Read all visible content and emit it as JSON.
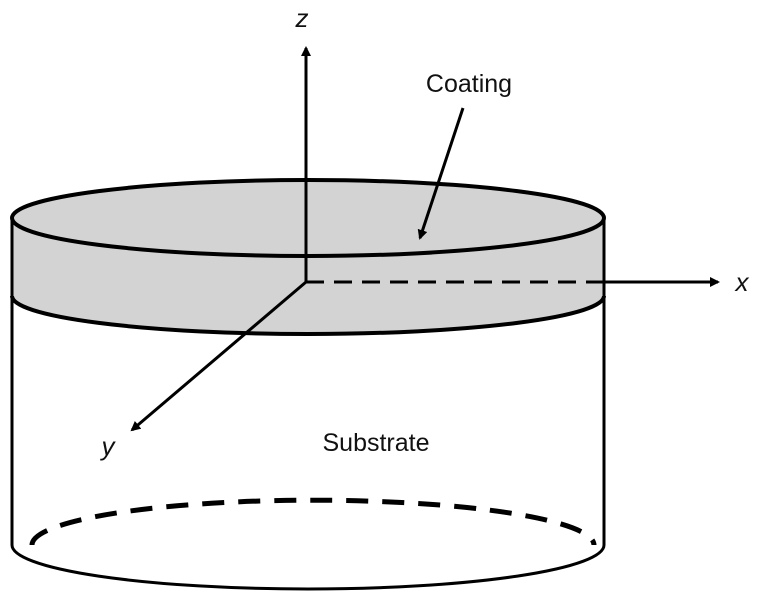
{
  "labels": {
    "coating": "Coating",
    "substrate": "Substrate",
    "axis_x": "x",
    "axis_y": "y",
    "axis_z": "z"
  },
  "colors": {
    "coating_fill": "#d3d3d3",
    "stroke": "#000000",
    "background": "#ffffff"
  }
}
